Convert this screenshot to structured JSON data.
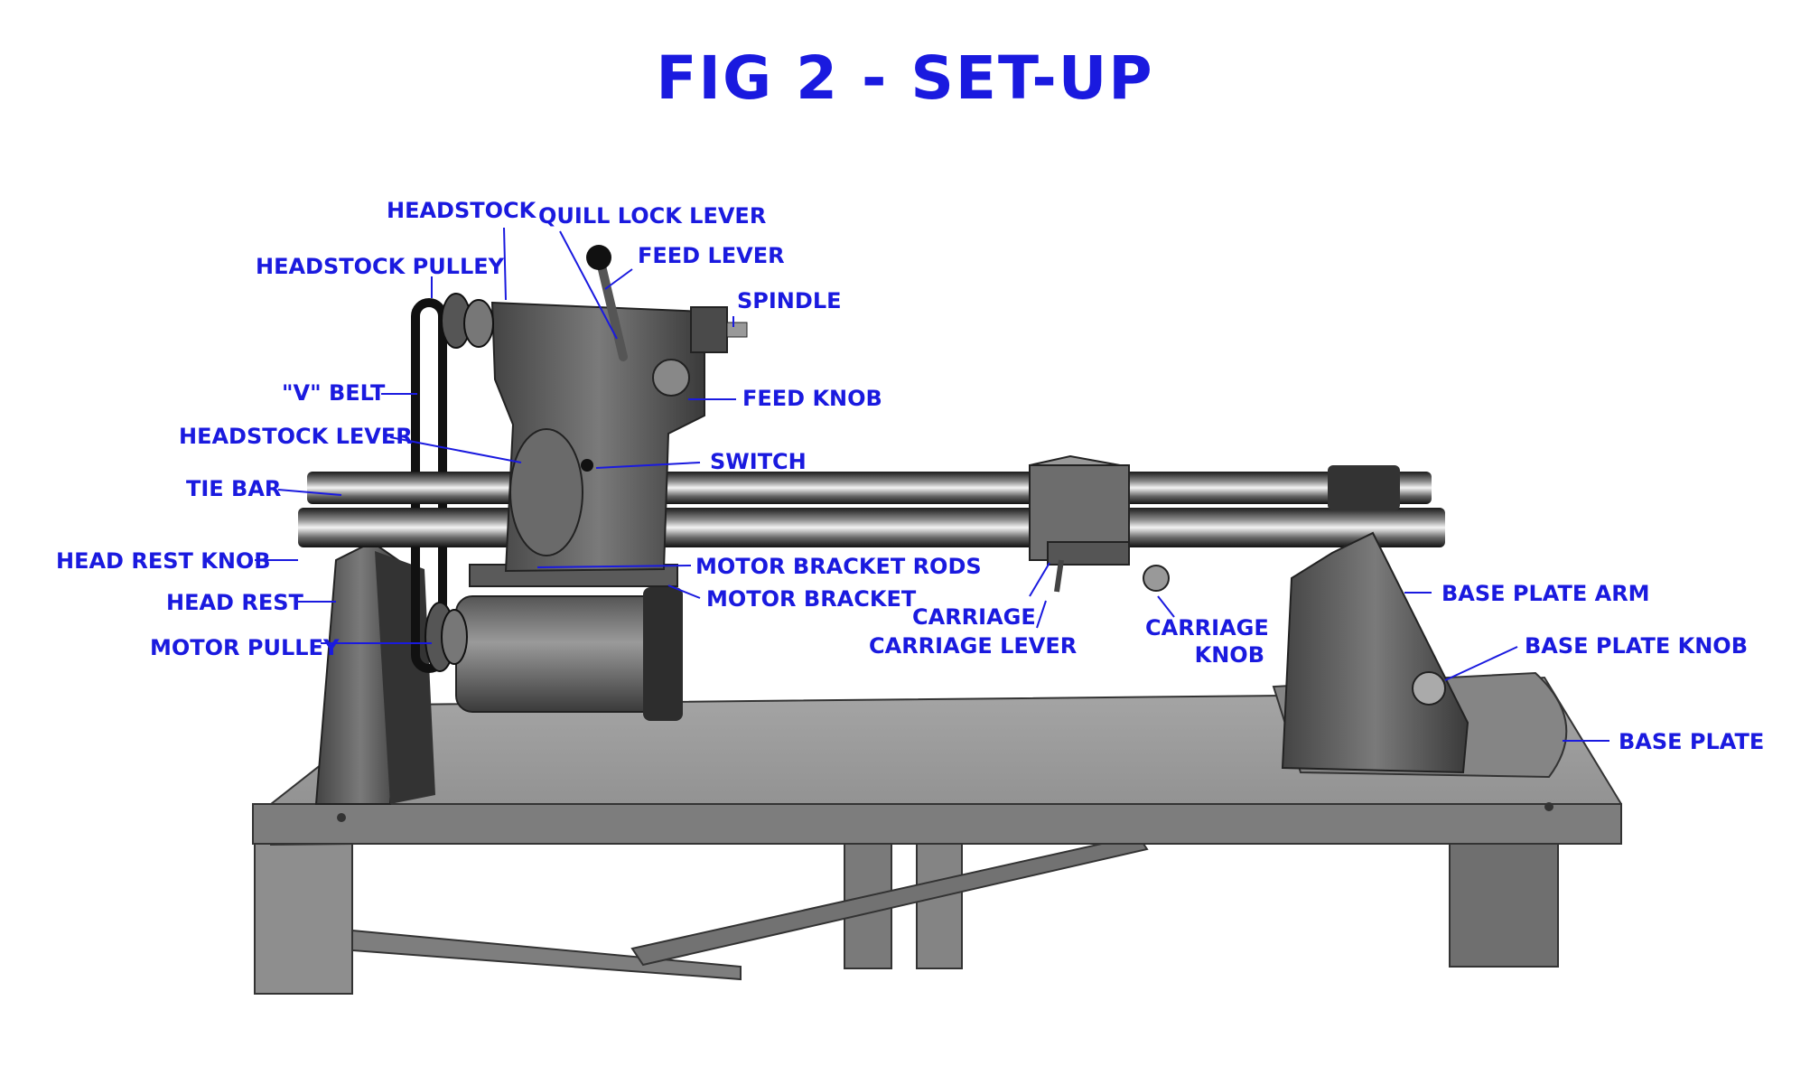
{
  "figure": {
    "title": "FIG 2 - SET-UP",
    "label_color": "#1a1adf"
  },
  "labels": {
    "headstock": "HEADSTOCK",
    "quill_lock_lever": "QUILL LOCK LEVER",
    "headstock_pulley": "HEADSTOCK PULLEY",
    "feed_lever": "FEED LEVER",
    "spindle": "SPINDLE",
    "v_belt": "\"V\" BELT",
    "feed_knob": "FEED KNOB",
    "headstock_lever": "HEADSTOCK LEVER",
    "switch": "SWITCH",
    "tie_bar": "TIE BAR",
    "head_rest_knob": "HEAD REST KNOB",
    "motor_bracket_rods": "MOTOR BRACKET RODS",
    "head_rest": "HEAD REST",
    "motor_bracket": "MOTOR BRACKET",
    "base_plate_arm": "BASE PLATE ARM",
    "carriage": "CARRIAGE",
    "carriage_knob_line1": "CARRIAGE",
    "carriage_knob_line2": "KNOB",
    "base_plate_knob": "BASE PLATE KNOB",
    "motor_pulley": "MOTOR PULLEY",
    "carriage_lever": "CARRIAGE LEVER",
    "base_plate": "BASE PLATE"
  }
}
